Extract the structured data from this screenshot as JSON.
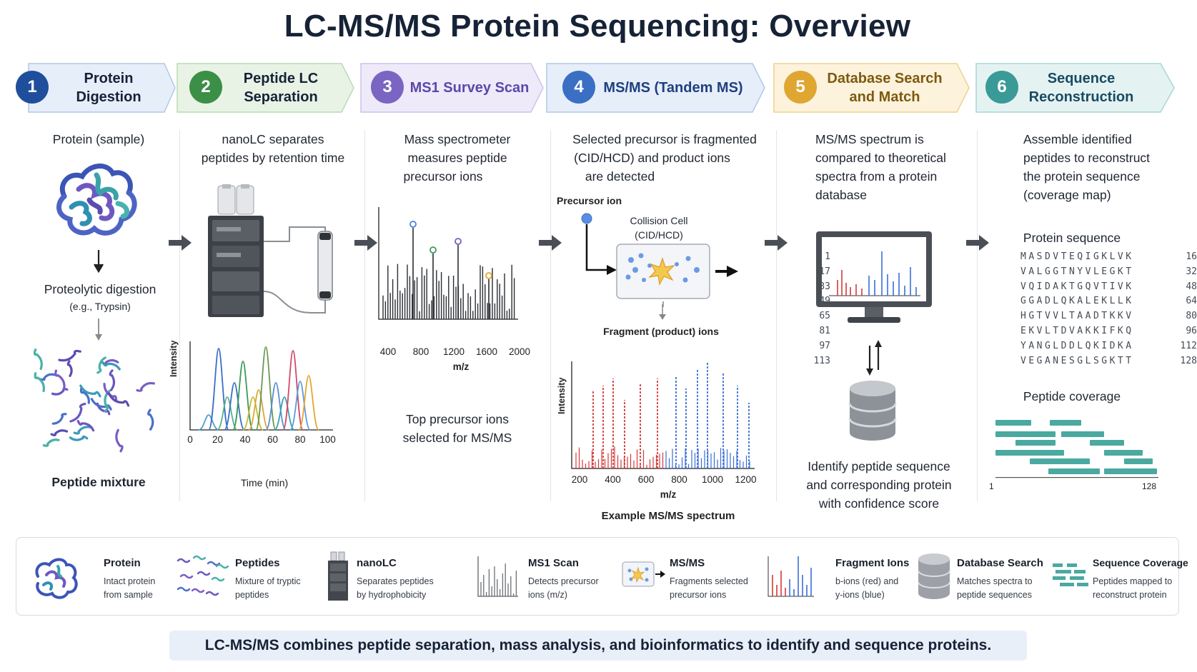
{
  "title": "LC-MS/MS Protein Sequencing: Overview",
  "steps": [
    {
      "num": "1",
      "label": "Protein Digestion",
      "color": "#1f4e9c",
      "fill": "#e6eefa"
    },
    {
      "num": "2",
      "label": "Peptide LC Separation",
      "color": "#3c8f47",
      "fill": "#e8f3e6"
    },
    {
      "num": "3",
      "label": "MS1 Survey Scan",
      "color": "#7a65c2",
      "fill": "#eeeafa"
    },
    {
      "num": "4",
      "label": "MS/MS (Tandem MS)",
      "color": "#3b6fc4",
      "fill": "#e6eefa"
    },
    {
      "num": "5",
      "label": "Database Search and Match",
      "color": "#e0a632",
      "fill": "#fdf2dc"
    },
    {
      "num": "6",
      "label": "Sequence Reconstruction",
      "color": "#3a9a97",
      "fill": "#e4f3f2"
    }
  ],
  "col1": {
    "sample": "Protein (sample)",
    "digestion": "Proteolytic digestion",
    "enzyme": "(e.g., Trypsin)",
    "result": "Peptide mixture"
  },
  "col2": {
    "desc1": "nanoLC separates",
    "desc2": "peptides by retention time",
    "ylabel": "Intensity",
    "xlabel": "Time (min)",
    "xticks": [
      "0",
      "20",
      "40",
      "60",
      "80",
      "100"
    ]
  },
  "col3": {
    "desc1": "Mass spectrometer",
    "desc2": "measures peptide",
    "desc3": "precursor ions",
    "xlabel": "m/z",
    "xticks": [
      "400",
      "800",
      "1200",
      "1600",
      "2000"
    ],
    "note1": "Top precursor ions",
    "note2": "selected for MS/MS"
  },
  "col4": {
    "desc1": "Selected precursor is fragmented",
    "desc2": "(CID/HCD) and product ions",
    "desc3": "are detected",
    "precursor": "Precursor ion",
    "cell1": "Collision Cell",
    "cell2": "(CID/HCD)",
    "fragments": "Fragment (product) ions",
    "ylabel": "Intensity",
    "xlabel": "m/z",
    "xticks": [
      "200",
      "400",
      "600",
      "800",
      "1000",
      "1200"
    ],
    "caption": "Example MS/MS spectrum"
  },
  "col5": {
    "desc1": "MS/MS spectrum is",
    "desc2": "compared to theoretical",
    "desc3": "spectra from a protein",
    "desc4": "database",
    "result1": "Identify peptide sequence",
    "result2": "and corresponding protein",
    "result3": "with confidence score"
  },
  "col6": {
    "desc1": "Assemble identified",
    "desc2": "peptides to reconstruct",
    "desc3": "the protein sequence",
    "desc4": "(coverage map)",
    "seq_title": "Protein sequence",
    "sequence": [
      {
        "start": "1",
        "seq": "MASDVTEQIGKLVK",
        "end": "16"
      },
      {
        "start": "17",
        "seq": "VALGGTNYVLEGKT",
        "end": "32"
      },
      {
        "start": "33",
        "seq": "VQIDAKTGQVTIVK",
        "end": "48"
      },
      {
        "start": "49",
        "seq": "GGADLQKALEKLLK",
        "end": "64"
      },
      {
        "start": "65",
        "seq": "HGTVVLTAADTKKV",
        "end": "80"
      },
      {
        "start": "81",
        "seq": "EKVLTDVAKKIFKQ",
        "end": "96"
      },
      {
        "start": "97",
        "seq": "YANGLDDLQKIDKA",
        "end": "112"
      },
      {
        "start": "113",
        "seq": "VEGANESGLSGKTT",
        "end": "128"
      }
    ],
    "cov_title": "Peptide coverage",
    "cov_start": "1",
    "cov_end": "128"
  },
  "legend": [
    {
      "title": "Protein",
      "d1": "Intact protein",
      "d2": "from sample"
    },
    {
      "title": "Peptides",
      "d1": "Mixture of tryptic",
      "d2": "peptides"
    },
    {
      "title": "nanoLC",
      "d1": "Separates peptides",
      "d2": "by hydrophobicity"
    },
    {
      "title": "MS1 Scan",
      "d1": "Detects precursor",
      "d2": "ions (m/z)"
    },
    {
      "title": "MS/MS",
      "d1": "Fragments selected",
      "d2": "precursor ions"
    },
    {
      "title": "Fragment Ions",
      "d1": "b-ions (red) and",
      "d2": "y-ions (blue)"
    },
    {
      "title": "Database Search",
      "d1": "Matches spectra to",
      "d2": "peptide sequences"
    },
    {
      "title": "Sequence Coverage",
      "d1": "Peptides mapped to",
      "d2": "reconstruct protein"
    }
  ],
  "footer": "LC-MS/MS combines peptide separation, mass analysis, and bioinformatics to identify and sequence proteins."
}
